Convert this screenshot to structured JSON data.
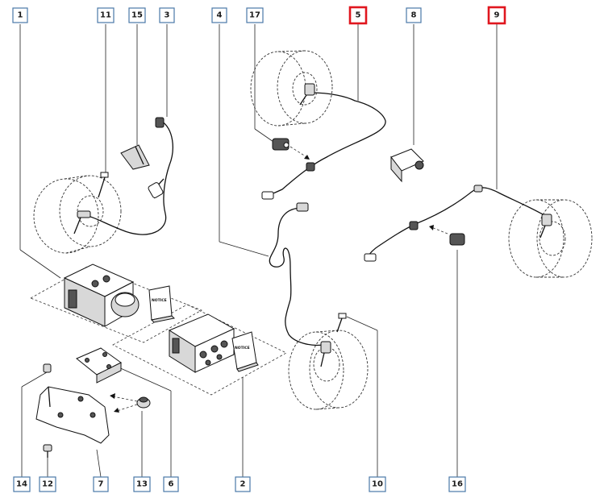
{
  "diagram": {
    "callouts": [
      {
        "id": "1",
        "highlight": false
      },
      {
        "id": "11",
        "highlight": false
      },
      {
        "id": "15",
        "highlight": false
      },
      {
        "id": "3",
        "highlight": false
      },
      {
        "id": "4",
        "highlight": false
      },
      {
        "id": "17",
        "highlight": false
      },
      {
        "id": "5",
        "highlight": true
      },
      {
        "id": "8",
        "highlight": false
      },
      {
        "id": "9",
        "highlight": true
      },
      {
        "id": "14",
        "highlight": false
      },
      {
        "id": "12",
        "highlight": false
      },
      {
        "id": "7",
        "highlight": false
      },
      {
        "id": "13",
        "highlight": false
      },
      {
        "id": "6",
        "highlight": false
      },
      {
        "id": "2",
        "highlight": false
      },
      {
        "id": "10",
        "highlight": false
      },
      {
        "id": "16",
        "highlight": false
      }
    ],
    "booklet_label": "NOTICE",
    "colors": {
      "highlight": "#e0161e",
      "callout_border": "#4a79a8",
      "line": "#111111"
    }
  }
}
